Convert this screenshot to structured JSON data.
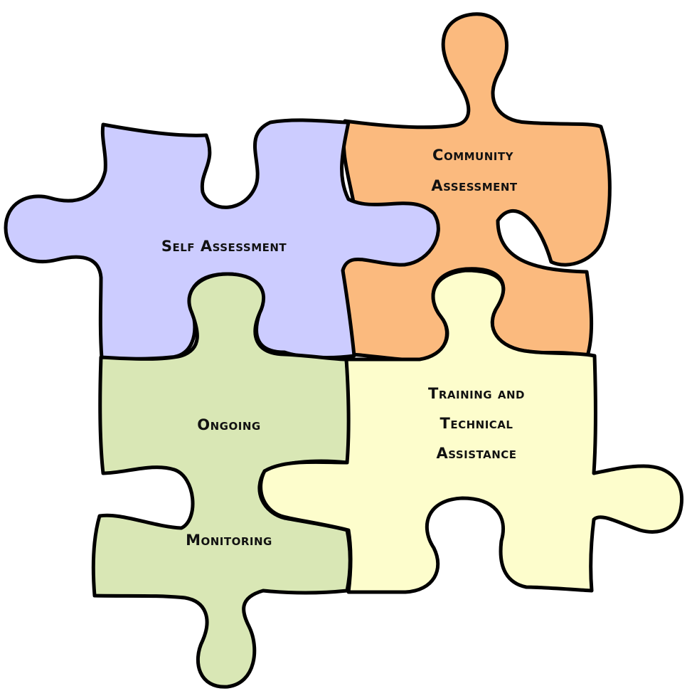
{
  "pieces": {
    "self_assessment": {
      "label_lines": [
        "Self Assessment"
      ],
      "color": "#CCCCFF"
    },
    "community_assessment": {
      "label_lines": [
        "Community",
        "Assessment"
      ],
      "color": "#FBBA7E"
    },
    "ongoing_monitoring": {
      "label_top": "Ongoing",
      "label_bottom": "Monitoring",
      "color": "#D9E7B5"
    },
    "training_assistance": {
      "label_lines": [
        "Training and",
        "Technical",
        "Assistance"
      ],
      "color": "#FDFDCC"
    }
  }
}
